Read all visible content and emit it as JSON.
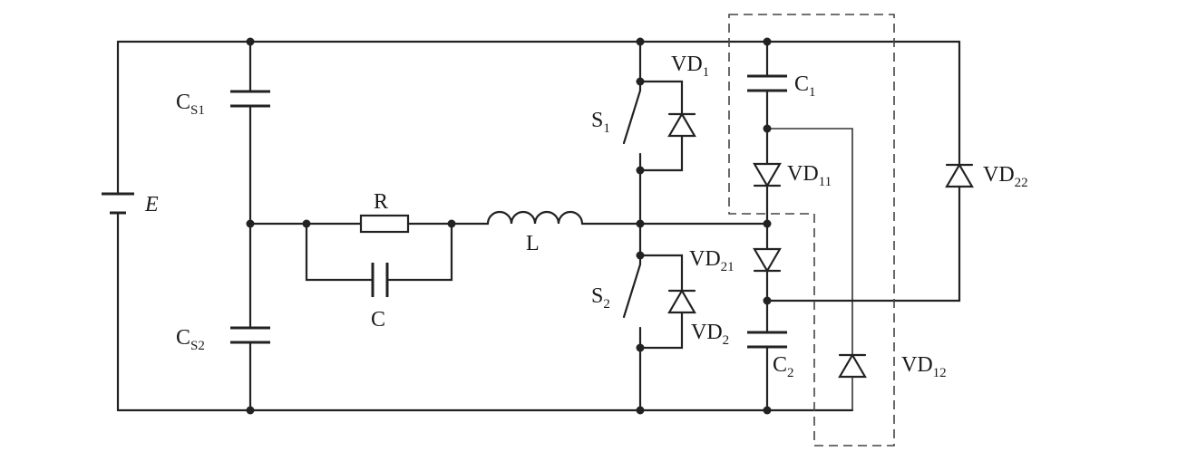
{
  "labels": {
    "E": "E",
    "CS1": {
      "main": "C",
      "sub": "S1"
    },
    "CS2": {
      "main": "C",
      "sub": "S2"
    },
    "R": "R",
    "C": "C",
    "L": "L",
    "S1": {
      "main": "S",
      "sub": "1"
    },
    "S2": {
      "main": "S",
      "sub": "2"
    },
    "VD1": {
      "main": "VD",
      "sub": "1"
    },
    "VD2": {
      "main": "VD",
      "sub": "2"
    },
    "C1": {
      "main": "C",
      "sub": "1"
    },
    "C2": {
      "main": "C",
      "sub": "2"
    },
    "VD11": {
      "main": "VD",
      "sub": "11"
    },
    "VD12": {
      "main": "VD",
      "sub": "12"
    },
    "VD21": {
      "main": "VD",
      "sub": "21"
    },
    "VD22": {
      "main": "VD",
      "sub": "22"
    }
  }
}
